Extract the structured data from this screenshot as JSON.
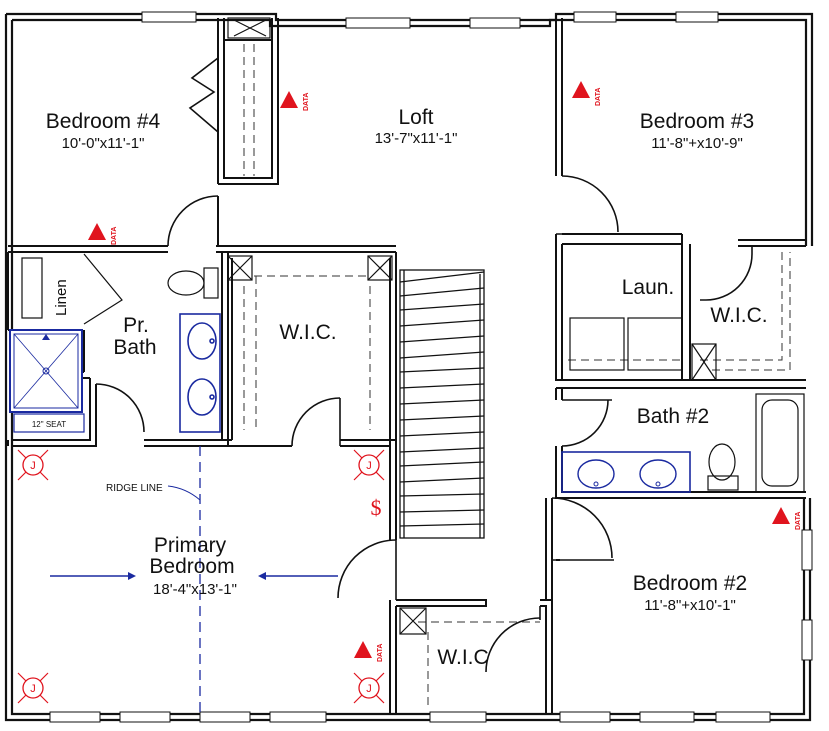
{
  "rooms": {
    "bedroom4": {
      "name": "Bedroom #4",
      "dims": "10'-0\"x11'-1\""
    },
    "loft": {
      "name": "Loft",
      "dims": "13'-7\"x11'-1\""
    },
    "bedroom3": {
      "name": "Bedroom #3",
      "dims": "11'-8\"+x10'-9\""
    },
    "linen": {
      "name": "Linen"
    },
    "pr_bath": {
      "line1": "Pr.",
      "line2": "Bath"
    },
    "wic_primary": {
      "name": "W.I.C."
    },
    "laundry": {
      "name": "Laun."
    },
    "wic_bed3": {
      "name": "W.I.C."
    },
    "bath2": {
      "name": "Bath #2"
    },
    "primary": {
      "line1": "Primary",
      "line2": "Bedroom",
      "dims": "18'-4\"x13'-1\""
    },
    "bedroom2": {
      "name": "Bedroom #2",
      "dims": "11'-8\"+x10'-1\""
    },
    "wic_bed2": {
      "name": "W.I.C"
    }
  },
  "annotations": {
    "seat": "12\" SEAT",
    "ridge": "RIDGE LINE",
    "data": "DATA",
    "jbox": "J",
    "switch": "$"
  },
  "colors": {
    "walls": "#111111",
    "fixtures": "#1a2aa0",
    "electrical": "#e0141e"
  }
}
